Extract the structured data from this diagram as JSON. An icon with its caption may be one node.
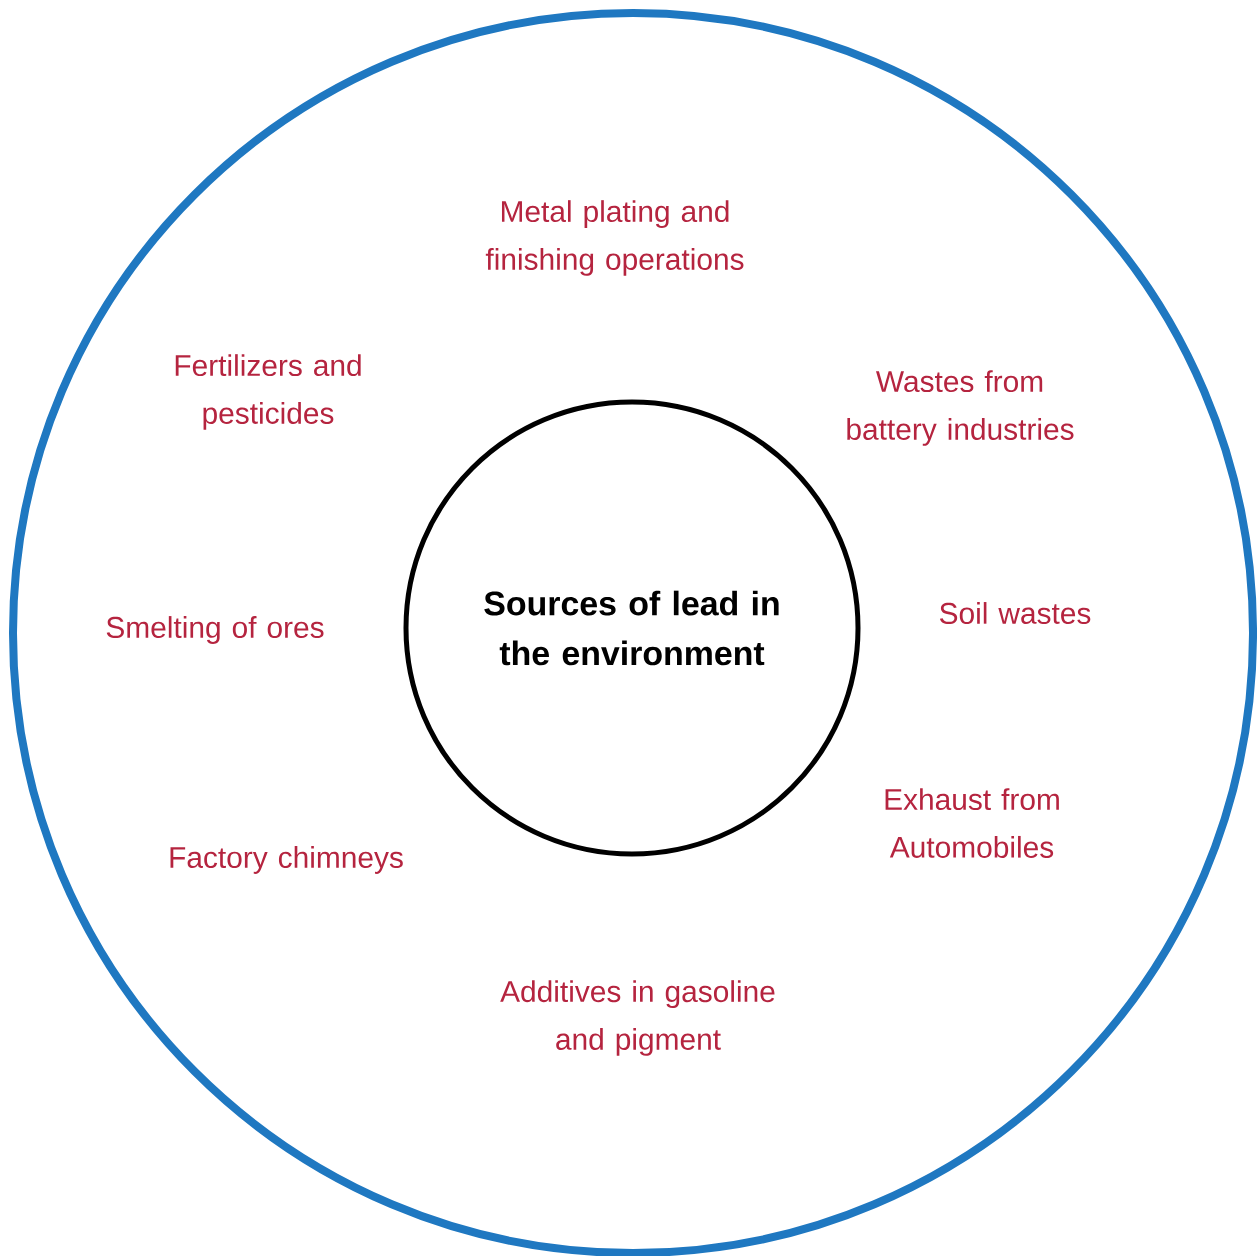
{
  "diagram": {
    "nodes": [
      {
        "text": [],
        "shape": "circle"
      },
      {
        "text": [
          "Sources of lead in the environment"
        ],
        "in": 0
      }
    ],
    "labels": [
      "Metal plating and finishing operations",
      "Fertilizers and pesticides",
      "Wastes from battery industries",
      "Smelting of ores",
      "Soil wastes",
      "Exhaust from Automobiles",
      "Factory chimneys",
      "Additives in gasoline and pigment"
    ]
  }
}
